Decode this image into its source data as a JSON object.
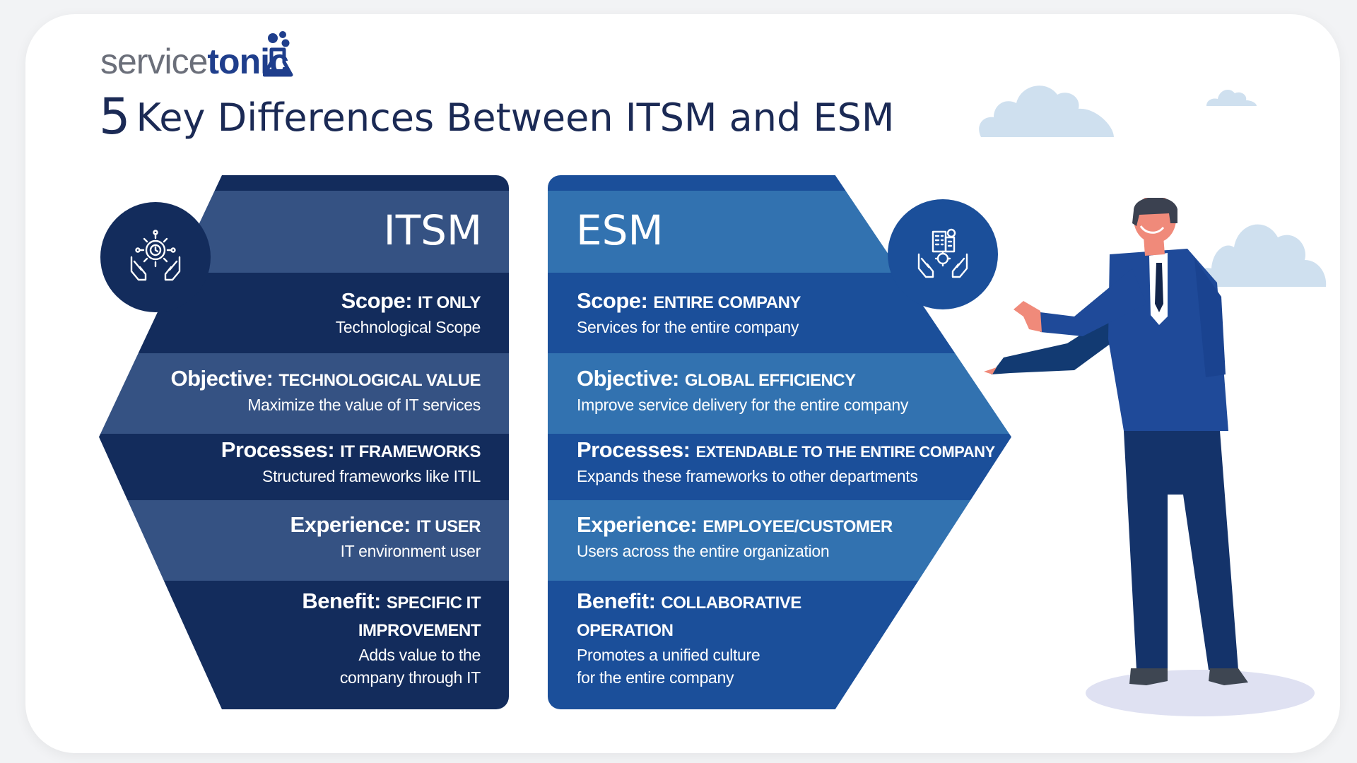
{
  "brand": {
    "light": "service",
    "bold": "tonic"
  },
  "title": {
    "number": "5",
    "text": "Key Differences Between ITSM and ESM"
  },
  "itsm": {
    "heading": "ITSM",
    "rows": [
      {
        "label": "Scope:",
        "value": "IT ONLY",
        "sub": "Technological Scope"
      },
      {
        "label": "Objective:",
        "value": "TECHNOLOGICAL VALUE",
        "sub": "Maximize the value of IT services"
      },
      {
        "label": "Processes:",
        "value": "IT FRAMEWORKS",
        "sub": "Structured frameworks like ITIL"
      },
      {
        "label": "Experience:",
        "value": "IT USER",
        "sub": "IT environment user"
      },
      {
        "label": "Benefit:",
        "value": "SPECIFIC IT",
        "value2": "IMPROVEMENT",
        "sub": "Adds value to the",
        "sub2": "company through IT"
      }
    ]
  },
  "esm": {
    "heading": "ESM",
    "rows": [
      {
        "label": "Scope:",
        "value": "ENTIRE COMPANY",
        "sub": "Services for the entire company"
      },
      {
        "label": "Objective:",
        "value": "GLOBAL EFFICIENCY",
        "sub": "Improve service delivery for the entire company"
      },
      {
        "label": "Processes:",
        "value": "EXTENDABLE TO THE ENTIRE COMPANY",
        "sub": "Expands these frameworks to other departments"
      },
      {
        "label": "Experience:",
        "value": "EMPLOYEE/CUSTOMER",
        "sub": "Users across the entire organization"
      },
      {
        "label": "Benefit:",
        "value": "COLLABORATIVE",
        "value2": "OPERATION",
        "sub": "Promotes a unified culture",
        "sub2": "for the entire company"
      }
    ]
  },
  "colors": {
    "itsm_dark": "#12305f",
    "itsm_light": "#355283",
    "esm_dark": "#1b4f9a",
    "esm_light": "#3272b0",
    "title": "#1b2a55",
    "cloud": "#cfe0ef"
  },
  "icons": {
    "itsm": "hands-gear-clock-icon",
    "esm": "hands-building-gear-icon",
    "logo": "flask-bubbles-icon"
  }
}
